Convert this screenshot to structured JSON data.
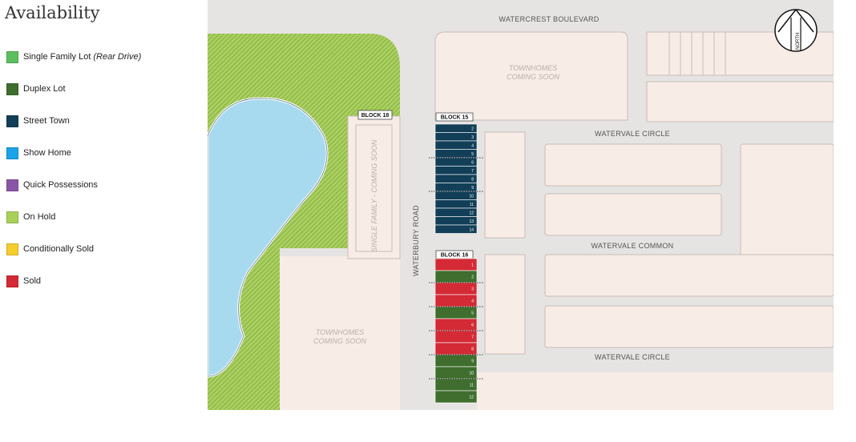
{
  "legend": {
    "title": "Availability",
    "items": [
      {
        "label": "Single Family Lot",
        "note": "(Rear Drive)",
        "color": "#5bbf5e"
      },
      {
        "label": "Duplex Lot",
        "note": "",
        "color": "#3f6e2f"
      },
      {
        "label": "Street Town",
        "note": "",
        "color": "#123f57"
      },
      {
        "label": "Show Home",
        "note": "",
        "color": "#1aa3e8"
      },
      {
        "label": "Quick Possessions",
        "note": "",
        "color": "#8a55a5"
      },
      {
        "label": "On Hold",
        "note": "",
        "color": "#a8d05a"
      },
      {
        "label": "Conditionally Sold",
        "note": "",
        "color": "#f5cd2e"
      },
      {
        "label": "Sold",
        "note": "",
        "color": "#d42a36"
      }
    ]
  },
  "map": {
    "roads": {
      "watercrest": "WATERCREST BOULEVARD",
      "watervale_circle_top": "WATERVALE CIRCLE",
      "watervale_common": "WATERVALE COMMON",
      "watervale_circle_bottom": "WATERVALE CIRCLE",
      "waterbury": "WATERBURY ROAD"
    },
    "compass_label": "NORTH",
    "parcels": {
      "townhomes_top_line1": "TOWNHOMES",
      "townhomes_top_line2": "COMING SOON",
      "townhomes_bottom_line1": "TOWNHOMES",
      "townhomes_bottom_line2": "COMING SOON",
      "single_family": "SINGLE FAMILY - COMING SOON"
    },
    "blocks": [
      {
        "name": "BLOCK 18",
        "lots": []
      },
      {
        "name": "BLOCK 15",
        "lots": [
          {
            "number": "2",
            "status": "Street Town"
          },
          {
            "number": "3",
            "status": "Street Town"
          },
          {
            "number": "4",
            "status": "Street Town"
          },
          {
            "number": "5",
            "status": "Street Town"
          },
          {
            "number": "6",
            "status": "Street Town"
          },
          {
            "number": "7",
            "status": "Street Town"
          },
          {
            "number": "8",
            "status": "Street Town"
          },
          {
            "number": "9",
            "status": "Street Town"
          },
          {
            "number": "10",
            "status": "Street Town"
          },
          {
            "number": "11",
            "status": "Street Town"
          },
          {
            "number": "12",
            "status": "Street Town"
          },
          {
            "number": "13",
            "status": "Street Town"
          },
          {
            "number": "14",
            "status": "Street Town"
          }
        ]
      },
      {
        "name": "BLOCK 16",
        "lots": [
          {
            "number": "1",
            "status": "Sold"
          },
          {
            "number": "2",
            "status": "Duplex Lot"
          },
          {
            "number": "3",
            "status": "Sold"
          },
          {
            "number": "4",
            "status": "Sold"
          },
          {
            "number": "5",
            "status": "Duplex Lot"
          },
          {
            "number": "6",
            "status": "Sold"
          },
          {
            "number": "7",
            "status": "Sold"
          },
          {
            "number": "8",
            "status": "Sold"
          },
          {
            "number": "9",
            "status": "Duplex Lot"
          },
          {
            "number": "10",
            "status": "Duplex Lot"
          },
          {
            "number": "11",
            "status": "Duplex Lot"
          },
          {
            "number": "12",
            "status": "Duplex Lot"
          }
        ]
      }
    ]
  },
  "colors": {
    "background_parcel": "#f8ece6",
    "road": "#e4e2e0",
    "parcel_outline": "#c9bdb7",
    "pond": "#a8daef",
    "park": "#a9cf5e",
    "white_lot": "#ffffff"
  }
}
